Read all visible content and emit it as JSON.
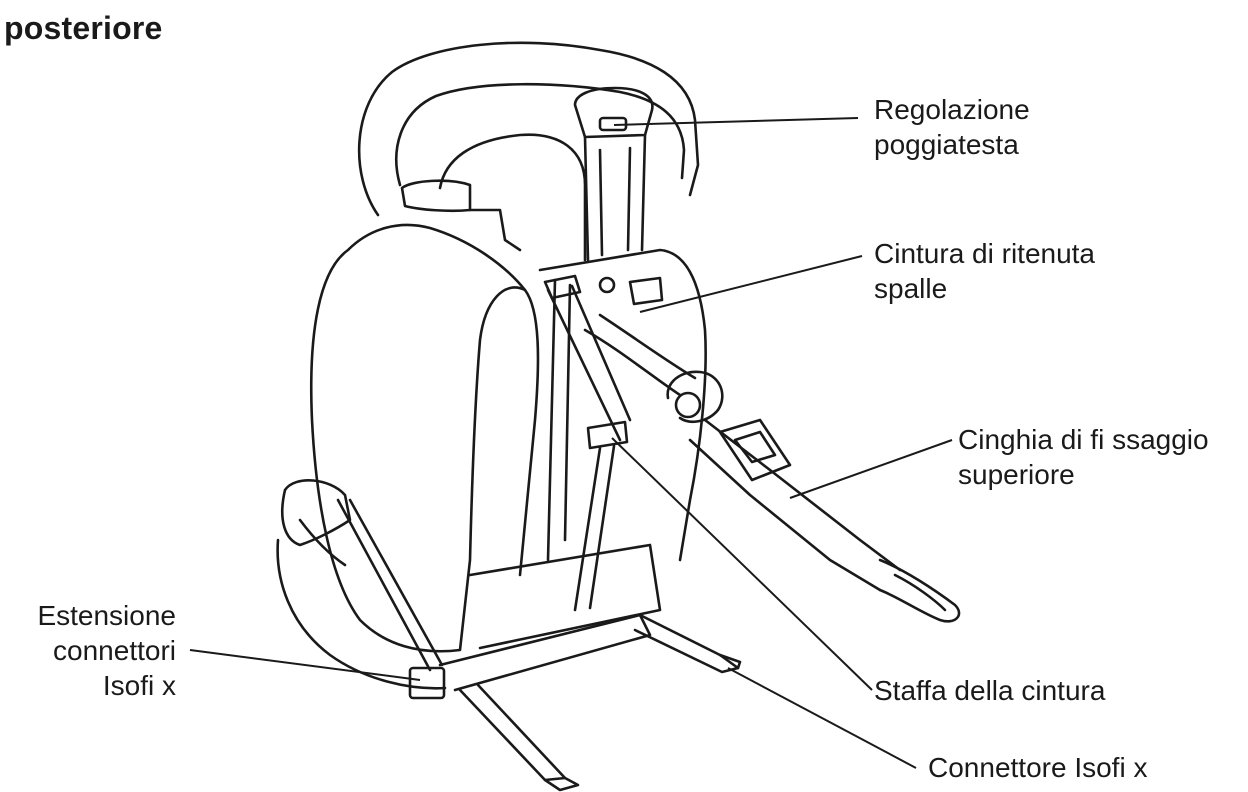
{
  "title": "posteriore",
  "labels": {
    "headrest_adjust": [
      "Regolazione",
      "poggiatesta"
    ],
    "shoulder_belt": [
      "Cintura di ritenuta",
      "spalle"
    ],
    "top_tether": [
      "Cinghia di fi ssaggio",
      "superiore"
    ],
    "isofix_extension": [
      "Estensione",
      "connettori",
      "Isofi x"
    ],
    "belt_bracket": [
      "Staffa della cintura"
    ],
    "isofix_connector": [
      "Connettore Isofi x"
    ]
  },
  "colors": {
    "line": "#1a1a1a",
    "background": "#ffffff"
  }
}
